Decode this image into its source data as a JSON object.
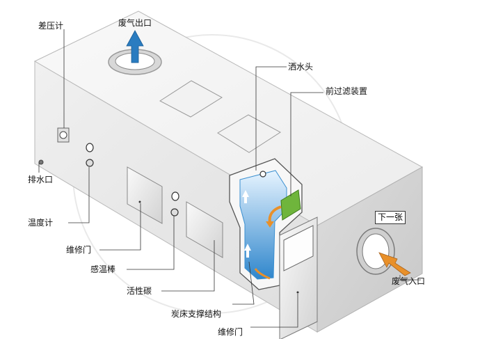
{
  "labels": {
    "diff_pressure_gauge": "差压计",
    "exhaust_outlet": "废气出口",
    "sprinkler_head": "洒水头",
    "pre_filter": "前过滤装置",
    "drain_outlet": "排水口",
    "thermometer": "温度计",
    "maintenance_door_left": "维修门",
    "temp_sensor": "感温棒",
    "activated_carbon": "活性碳",
    "carbon_bed_support": "炭床支撑结构",
    "maintenance_door_right": "维修门",
    "exhaust_inlet": "废气入口"
  },
  "next_button": "下一张",
  "colors": {
    "box_top": "#f5f5f5",
    "box_front": "#e9e9e9",
    "box_end": "#d4d4d4",
    "water_blue": "#3a8fd0",
    "filter_green": "#6fb53c",
    "arrow_blue": "#2a7cc0",
    "arrow_orange": "#e8902a"
  }
}
